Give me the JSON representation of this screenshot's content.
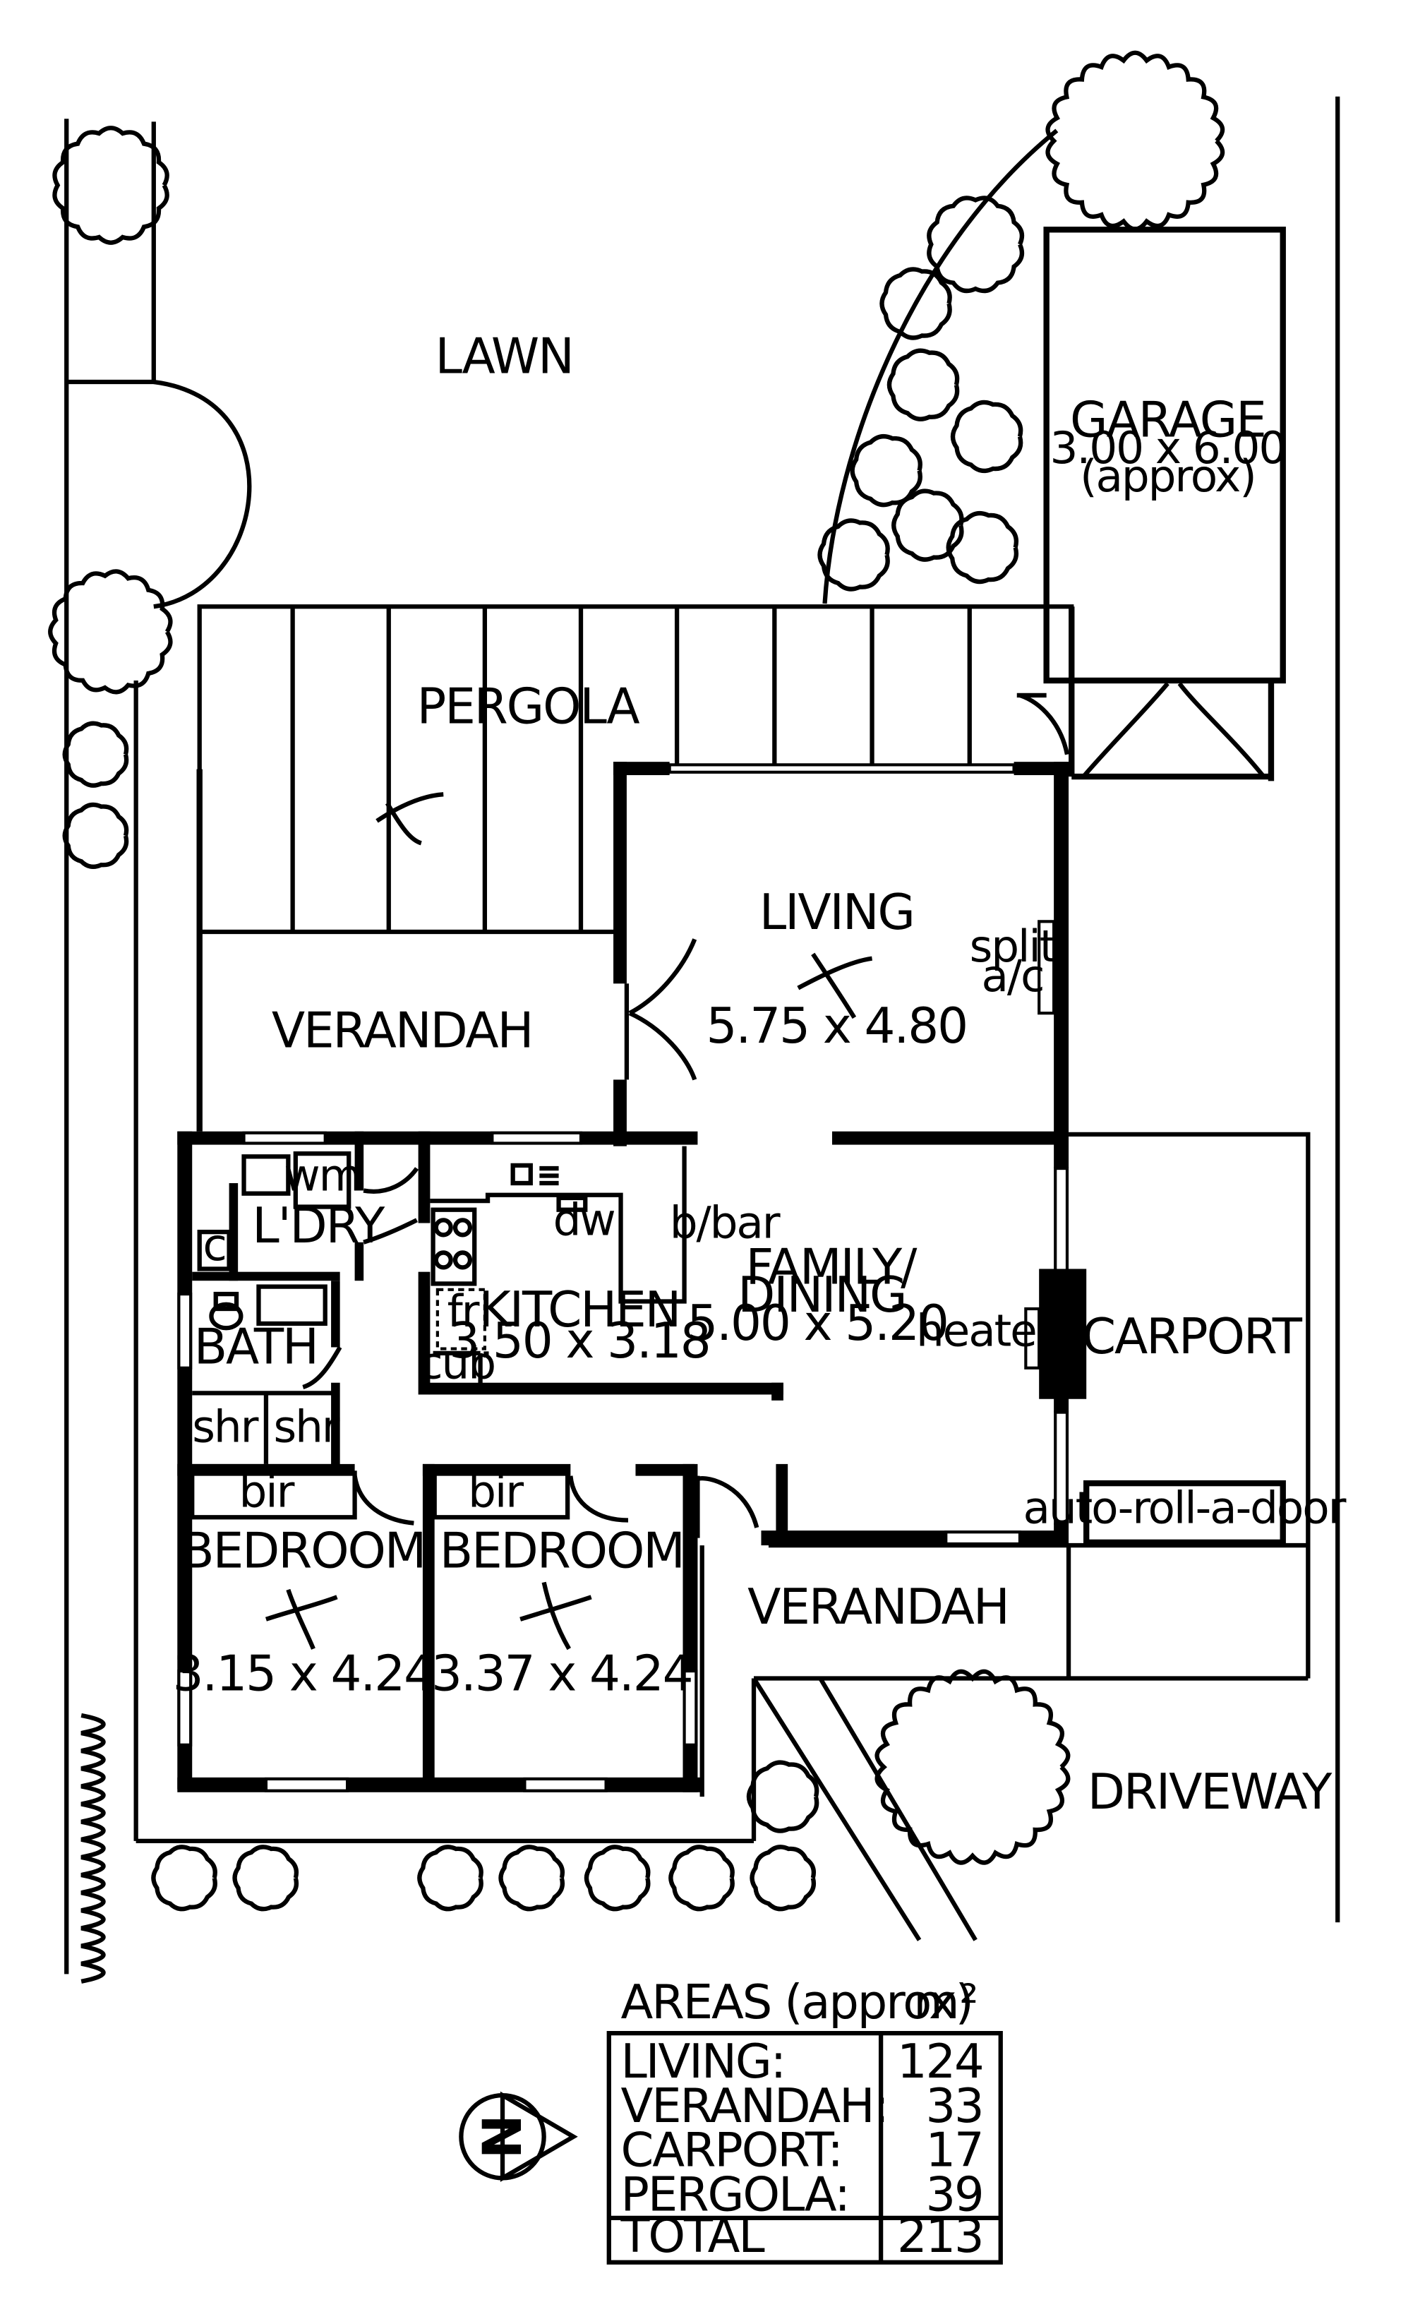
{
  "labels": {
    "lawn": "LAWN",
    "garage": "GARAGE",
    "garage_size": "3.00 x 6.00",
    "garage_note": "(approx)",
    "pergola": "PERGOLA",
    "living": "LIVING",
    "living_size": "5.75 x 4.80",
    "split_ac_1": "split",
    "split_ac_2": "a/c",
    "verandah_top": "VERANDAH",
    "wm": "wm",
    "laundry": "L'DRY",
    "c": "c",
    "dw": "dw",
    "bbar": "b/bar",
    "fr": "fr",
    "cub": "cub",
    "kitchen": "KITCHEN",
    "kitchen_size": "3.50 x 3.18",
    "family_1": "FAMILY/",
    "family_2": "DINING",
    "family_size": "5.00 x 5.20",
    "heater": "heater",
    "carport": "CARPORT",
    "bath": "BATH",
    "shr1": "shr",
    "shr2": "shr",
    "bir1": "bir",
    "bir2": "bir",
    "auto_door": "auto-roll-a-door",
    "bedroom1": "BEDROOM",
    "bedroom1_size": "3.15 x 4.24",
    "bedroom2": "BEDROOM",
    "bedroom2_size": "3.37 x 4.24",
    "verandah_bottom": "VERANDAH",
    "driveway": "DRIVEWAY",
    "north": "N"
  },
  "areas": {
    "title": "AREAS (approx)",
    "unit": "m²",
    "rows": [
      {
        "label": "LIVING:",
        "value": "124"
      },
      {
        "label": "VERANDAH:",
        "value": "33"
      },
      {
        "label": "CARPORT:",
        "value": "17"
      },
      {
        "label": "PERGOLA:",
        "value": "39"
      }
    ],
    "total_label": "TOTAL",
    "total_value": "213"
  }
}
